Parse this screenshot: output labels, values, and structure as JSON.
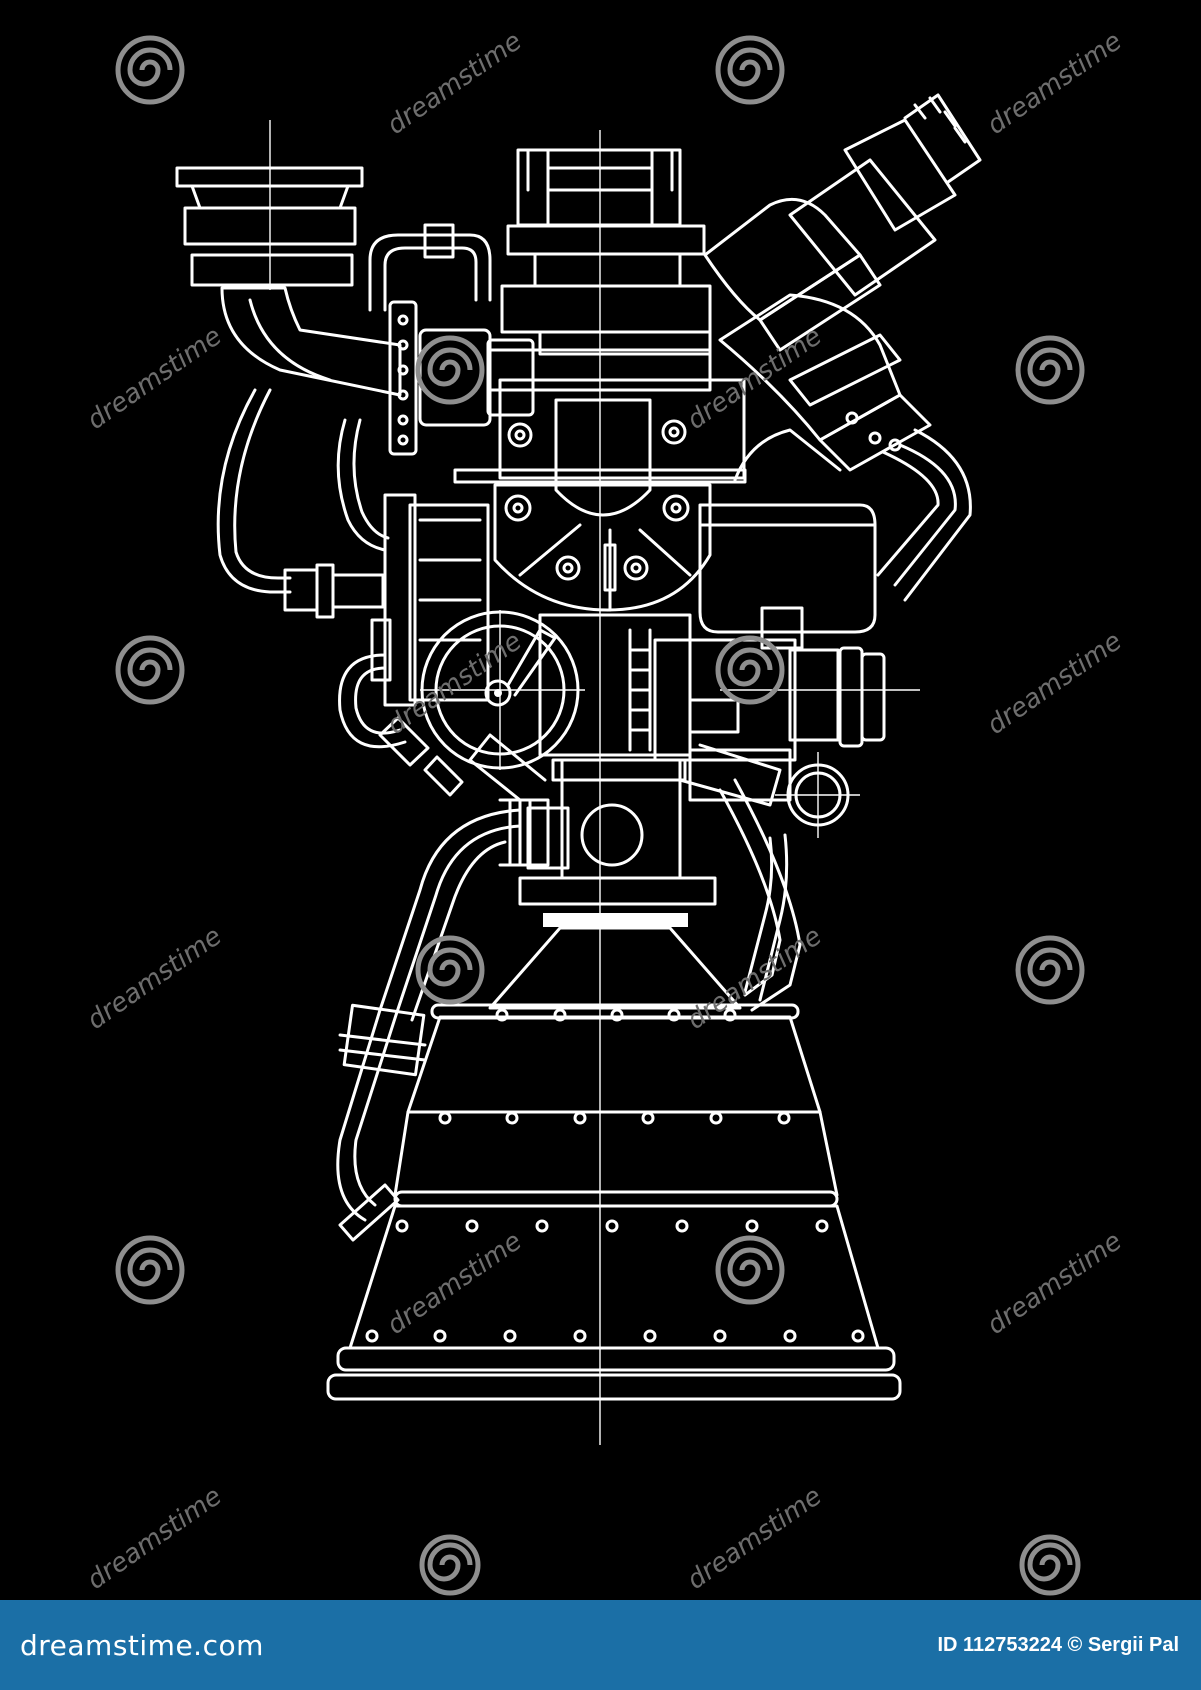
{
  "colors": {
    "background": "#000000",
    "line": "#ffffff",
    "footer_bg": "#1b6fa6",
    "watermark": "#8e8e8e"
  },
  "watermark": {
    "text": "dreamstime",
    "icon": "spiral-icon"
  },
  "footer": {
    "brand": "dreamstime.com",
    "credit": "ID 112753224 © Sergii Pal"
  }
}
